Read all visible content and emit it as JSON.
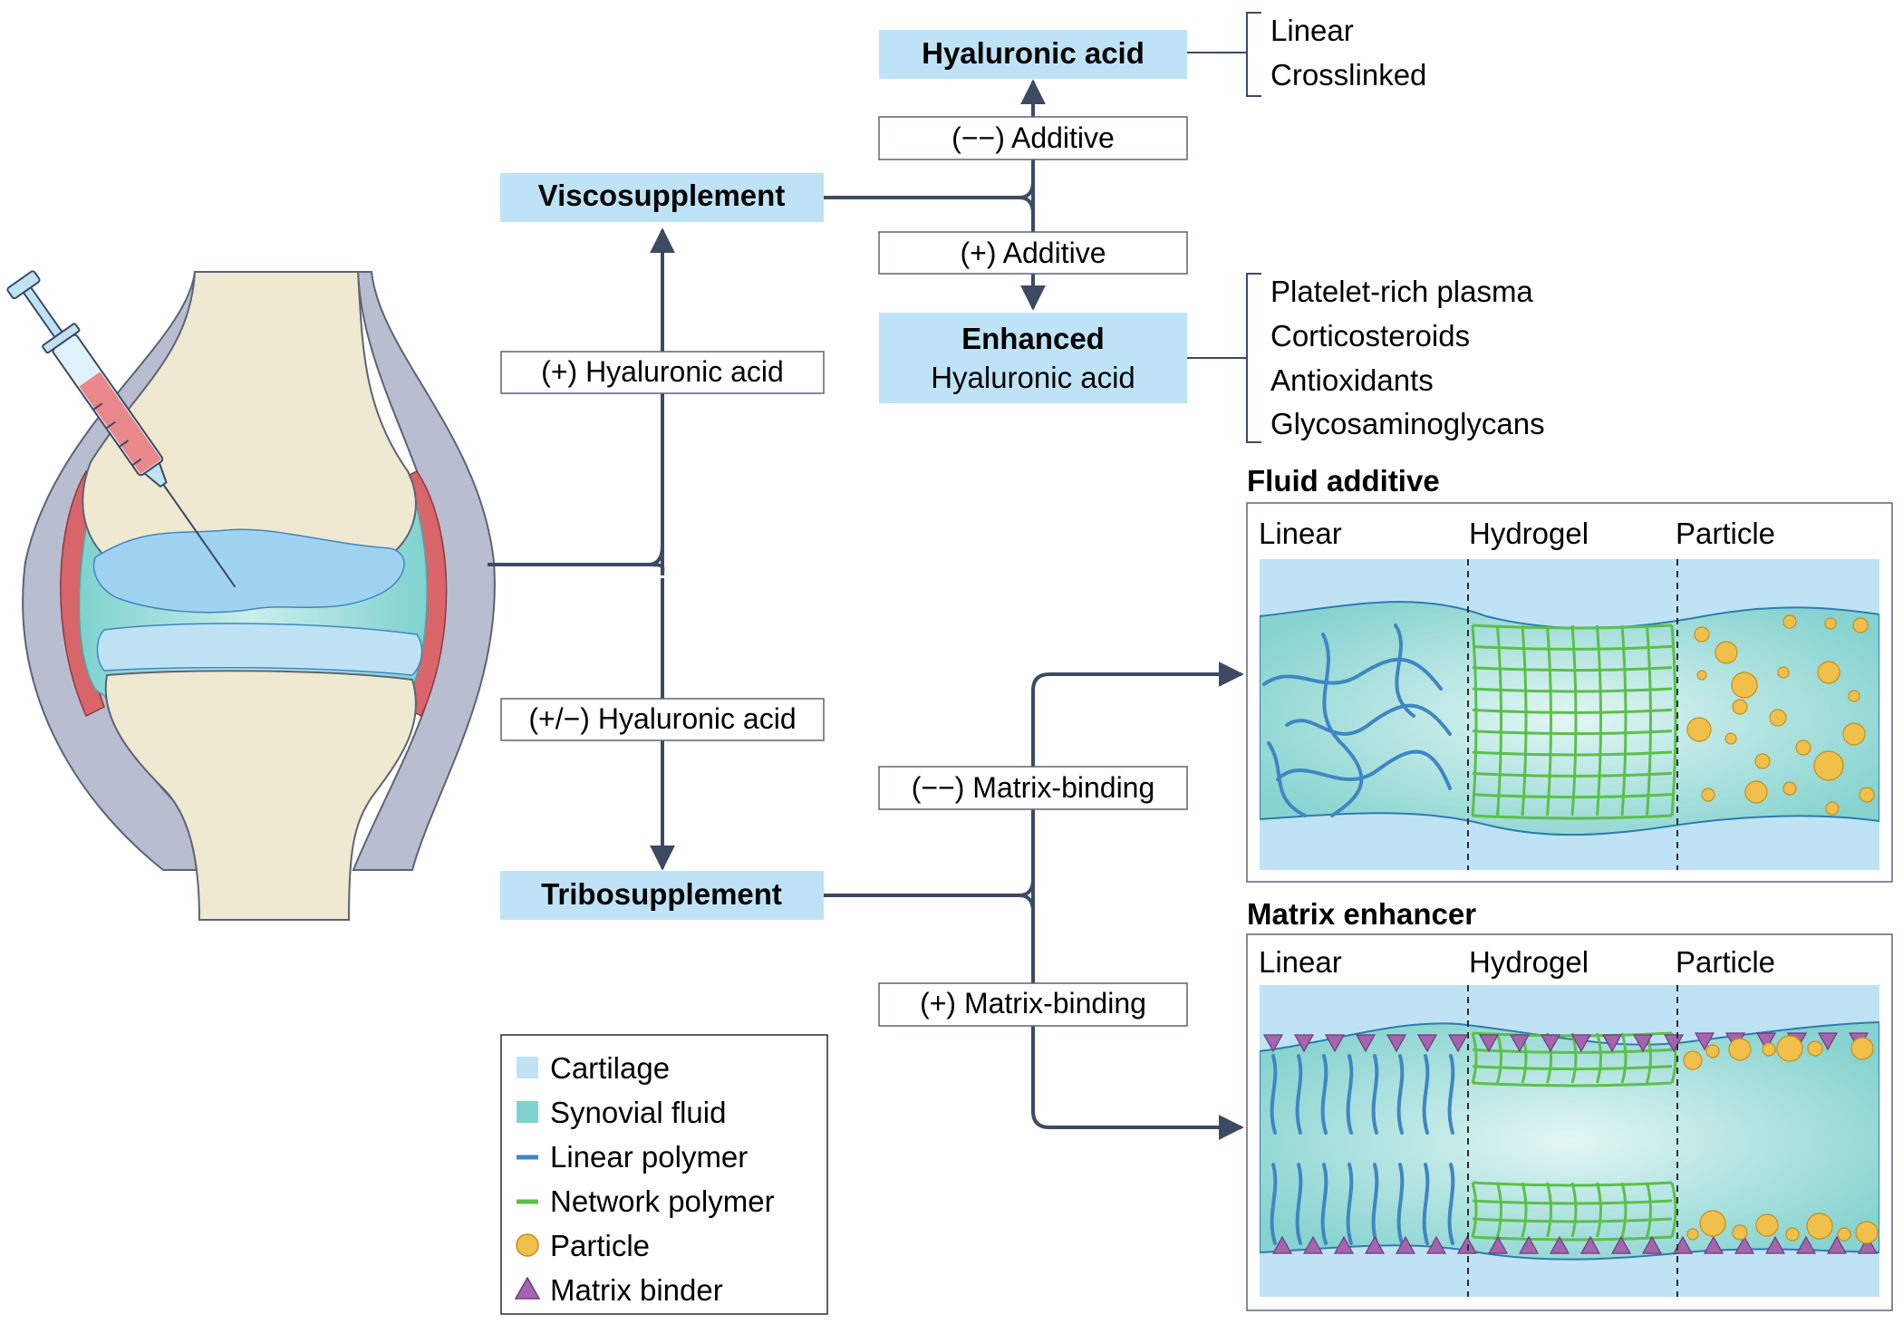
{
  "colors": {
    "connector": "#3d4a63",
    "node_fill": "#bfe3f6",
    "box_stroke": "#5b6475",
    "cartilage": "#bfe3f5",
    "synovial_fluid": "#7fd2cf",
    "linear_polymer": "#3f86c4",
    "network_polymer": "#5cbf4a",
    "particle": "#f1c04a",
    "matrix_binder": "#a365ae",
    "bone": "#efe9d1",
    "capsule": "#b9bdd0",
    "membrane": "#d8656a"
  },
  "nodes": {
    "viscosupplement": "Viscosupplement",
    "tribosupplement": "Tribosupplement",
    "hyaluronic_acid": "Hyaluronic acid",
    "enhanced_title": "Enhanced",
    "enhanced_subtitle": "Hyaluronic acid"
  },
  "edge_labels": {
    "plus_ha": "(+) Hyaluronic acid",
    "plusminus_ha": "(+/−) Hyaluronic acid",
    "minus_additive": "(−−) Additive",
    "plus_additive": "(+) Additive",
    "minus_matrix": "(−−) Matrix-binding",
    "plus_matrix": "(+) Matrix-binding"
  },
  "ha_types": [
    "Linear",
    "Crosslinked"
  ],
  "enhanced_additives": [
    "Platelet-rich plasma",
    "Corticosteroids",
    "Antioxidants",
    "Glycosaminoglycans"
  ],
  "panels": {
    "fluid_title": "Fluid additive",
    "matrix_title": "Matrix enhancer",
    "columns": [
      "Linear",
      "Hydrogel",
      "Particle"
    ]
  },
  "legend": [
    {
      "label": "Cartilage",
      "icon": "cartilage-swatch"
    },
    {
      "label": "Synovial fluid",
      "icon": "synovial-fluid-swatch"
    },
    {
      "label": "Linear polymer",
      "icon": "linear-polymer-line"
    },
    {
      "label": "Network polymer",
      "icon": "network-polymer-line"
    },
    {
      "label": "Particle",
      "icon": "particle-circle"
    },
    {
      "label": "Matrix binder",
      "icon": "matrix-binder-triangle"
    }
  ]
}
